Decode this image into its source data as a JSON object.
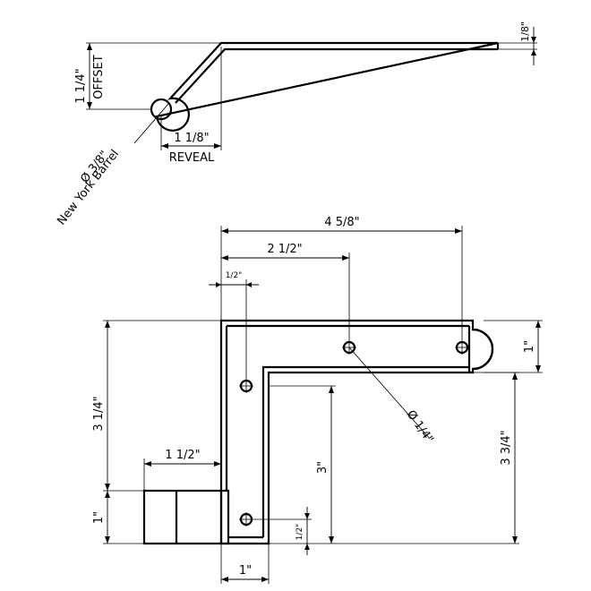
{
  "top_view": {
    "thickness": "1/8\"",
    "offset_value": "1 1/4\"",
    "offset_word": "OFFSET",
    "reveal_value": "1 1/8\"",
    "reveal_word": "REVEAL",
    "barrel_dia": "Ø 3/8\"",
    "barrel_name": "New York Barrel"
  },
  "front_view": {
    "overall_width": "4 5/8\"",
    "hole_spacing": "2 1/2\"",
    "edge_offset": "1/2\"",
    "hole_dia": "Ø 1/4\"",
    "knuckle_height": "1\"",
    "overall_height_left": "3 1/4\"",
    "overall_height_right": "3 3/4\"",
    "inner_height": "3\"",
    "block_width": "1 1/2\"",
    "block_height": "1\"",
    "leg_width": "1\"",
    "bottom_hole_offset": "1/2\""
  }
}
